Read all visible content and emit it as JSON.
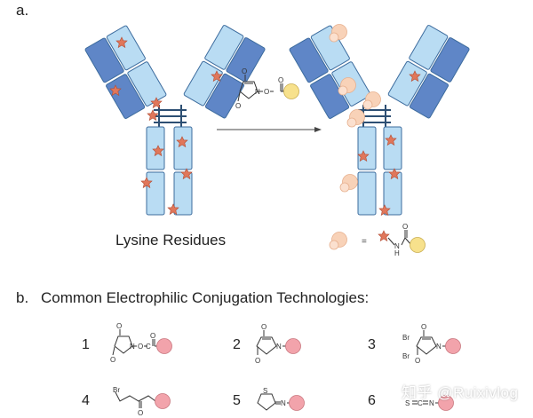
{
  "panel_a": {
    "letter": "a.",
    "caption": "Lysine Residues",
    "equals": "=",
    "reagent_atoms": {
      "o_top": "O",
      "n": "N",
      "o_mid": "O",
      "o_bot": "O",
      "o_carb": "O"
    },
    "legend_atoms": {
      "n": "N",
      "h": "H",
      "o": "O"
    }
  },
  "panel_b": {
    "letter": "b.",
    "title": "Common Electrophilic Conjugation Technologies:",
    "items": [
      {
        "num": "1"
      },
      {
        "num": "2"
      },
      {
        "num": "3"
      },
      {
        "num": "4"
      },
      {
        "num": "5"
      },
      {
        "num": "6"
      }
    ],
    "atoms": {
      "o": "O",
      "n": "N",
      "br": "Br",
      "s": "S",
      "c": "C"
    }
  },
  "watermark": "知乎 @Ruixivlog",
  "colors": {
    "light_blue": "#b9dcf3",
    "dark_blue": "#5f86c7",
    "outline": "#3d6c9e",
    "lysine": "#e0775b",
    "reagent_yellow": "#f7e18c",
    "payload_pink": "#f2a3ab",
    "peach": "#f8d2b8"
  }
}
